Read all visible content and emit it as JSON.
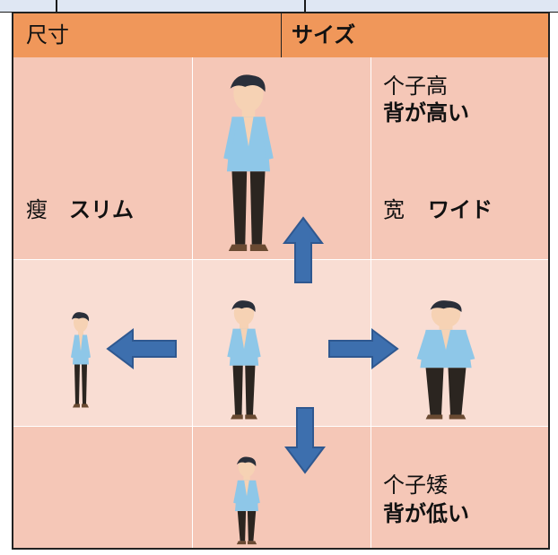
{
  "header": {
    "col1": "尺寸",
    "col2": "サイズ"
  },
  "labels": {
    "tall_cn": "个子高",
    "tall_jp": "背が高い",
    "thin": "瘦",
    "thin_jp": "スリム",
    "wide": "宽",
    "wide_jp": "ワイド",
    "short_cn": "个子矮",
    "short_jp": "背が低い"
  },
  "colors": {
    "header": "#f0975a",
    "cell_dark": "#f5c7b7",
    "cell_light": "#f9ddd3",
    "arrow": "#3d6fae",
    "shirt": "#8ec7e8",
    "pants": "#2b2520",
    "skin": "#f6d2b4",
    "hair": "#2a2f3a"
  },
  "icons": [
    "person-figure-icon",
    "arrow-up-icon",
    "arrow-down-icon",
    "arrow-left-icon",
    "arrow-right-icon"
  ]
}
